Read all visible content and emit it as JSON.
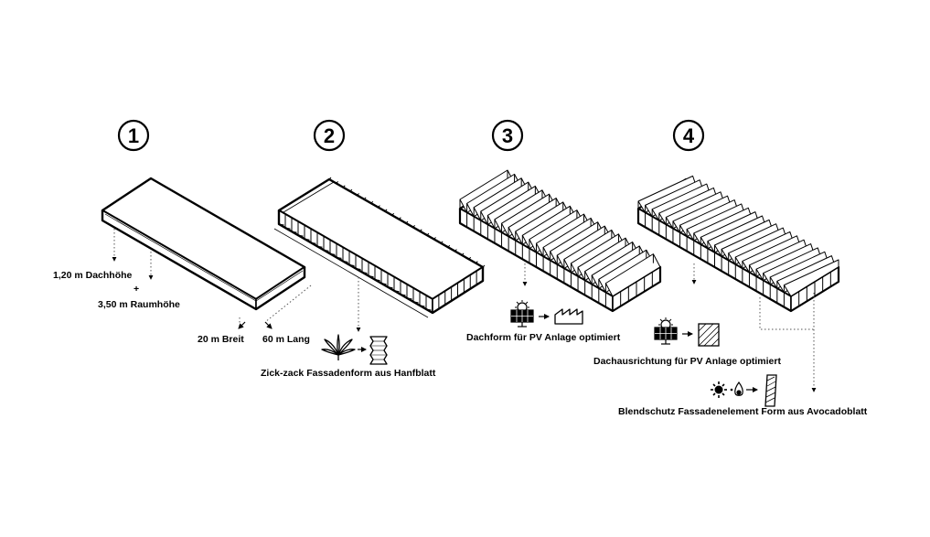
{
  "steps": [
    {
      "number": "1"
    },
    {
      "number": "2"
    },
    {
      "number": "3"
    },
    {
      "number": "4"
    }
  ],
  "step1": {
    "roof_height": "1,20 m Dachhöhe",
    "plus": "+",
    "room_height": "3,50 m Raumhöhe",
    "width": "20 m Breit",
    "length": "60 m Lang"
  },
  "step2": {
    "caption": "Zick-zack Fassadenform aus Hanfblatt",
    "icons": [
      "hemp-leaf-icon",
      "zigzag-facade-icon"
    ]
  },
  "step3": {
    "caption": "Dachform für PV Anlage optimiert",
    "icons": [
      "solar-panel-icon",
      "sawtooth-roof-icon"
    ]
  },
  "step4": {
    "caption_roof": "Dachausrichtung für PV Anlage optimiert",
    "caption_facade": "Blendschutz Fassadenelement Form aus Avocadoblatt",
    "icons": [
      "solar-panel-icon",
      "tilted-panel-icon",
      "sun-icon",
      "avocado-icon",
      "facade-element-icon"
    ]
  },
  "colors": {
    "ink": "#000000",
    "background": "#ffffff",
    "dotted": "#555555"
  }
}
